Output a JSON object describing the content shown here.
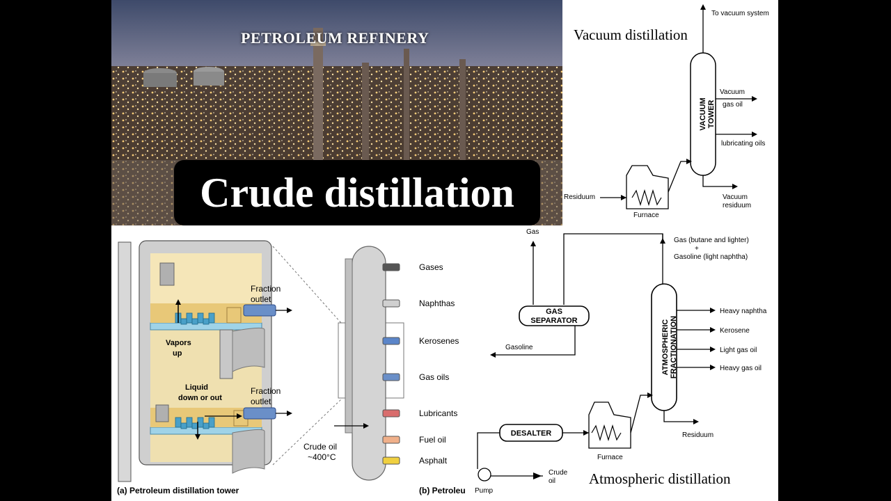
{
  "photo": {
    "title": "PETROLEUM REFINERY"
  },
  "main_title": "Crude distillation",
  "vacuum": {
    "section_label": "Vacuum distillation",
    "to_vacuum_system": "To vacuum system",
    "tower_line1": "VACUUM",
    "tower_line2": "TOWER",
    "vacuum_gas_oil_1": "Vacuum",
    "vacuum_gas_oil_2": "gas oil",
    "lubricating_oils": "lubricating oils",
    "residuum": "Residuum",
    "furnace": "Furnace",
    "vacuum_residuum_1": "Vacuum",
    "vacuum_residuum_2": "residuum"
  },
  "atmospheric": {
    "section_label": "Atmospheric distillation",
    "gas": "Gas",
    "gas_butane_1": "Gas (butane and lighter)",
    "gas_butane_2": "+",
    "gas_butane_3": "Gasoline (light naphtha)",
    "gas_separator_1": "GAS",
    "gas_separator_2": "SEPARATOR",
    "gasoline": "Gasoline",
    "tower_line1": "ATMOSPHERIC",
    "tower_line2": "FRACTIONATION",
    "products": [
      "Heavy naphtha",
      "Kerosene",
      "Light gas oil",
      "Heavy gas oil"
    ],
    "residuum": "Residuum",
    "desalter": "DESALTER",
    "furnace": "Furnace",
    "pump": "Pump",
    "crude_oil_1": "Crude",
    "crude_oil_2": "oil"
  },
  "tower_illustration": {
    "caption_a": "(a) Petroleum distillation tower",
    "caption_b": "(b) Petroleu",
    "fraction_outlet_1": "Fraction",
    "fraction_outlet_2": "outlet",
    "vapors_1": "Vapors",
    "vapors_2": "up",
    "liquid_1": "Liquid",
    "liquid_2": "down or out",
    "crude_in_1": "Crude oil",
    "crude_in_2": "~400°C",
    "fractions": [
      "Gases",
      "Naphthas",
      "Kerosenes",
      "Gas oils",
      "Lubricants",
      "Fuel oil",
      "Asphalt"
    ],
    "fraction_colors": [
      "#555555",
      "#d0d0d0",
      "#5b85c9",
      "#6a8fc8",
      "#d96d6d",
      "#f0b08a",
      "#f0d040"
    ]
  }
}
